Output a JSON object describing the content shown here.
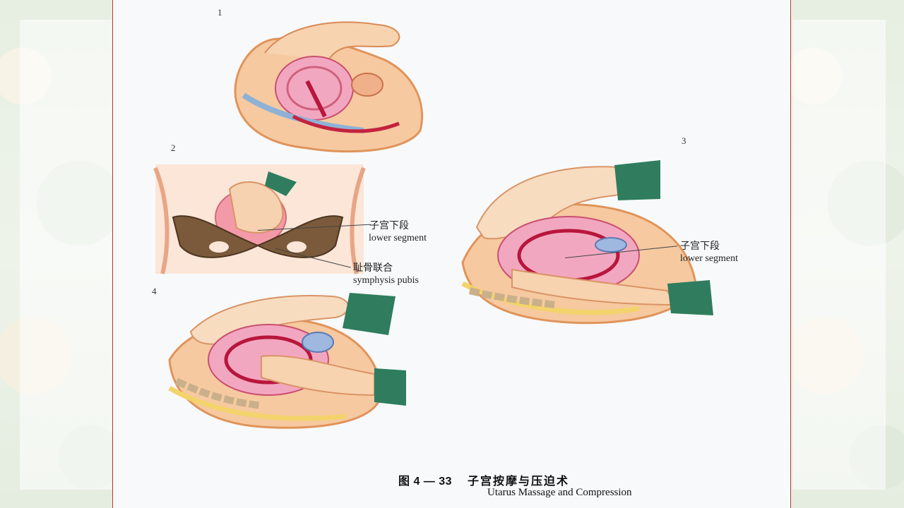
{
  "figure": {
    "panel_numbers": [
      "1",
      "2",
      "3",
      "4"
    ],
    "labels": {
      "panel2_lower_segment_zh": "子宫下段",
      "panel2_lower_segment_en": "lower segment",
      "panel2_symphysis_zh": "耻骨联合",
      "panel2_symphysis_en": "symphysis pubis",
      "panel3_lower_segment_zh": "子宫下段",
      "panel3_lower_segment_en": "lower segment"
    },
    "caption": {
      "figure_number": "图 4 — 33",
      "title_zh": "子宫按摩与压迫术",
      "title_en": "Utarus Massage and Compression"
    }
  },
  "colors": {
    "slide_border": "#c0392b",
    "skin": "#f6c9a0",
    "uterus": "#e88aa0",
    "glove": "#2f7d5e",
    "bone": "#7a5a3a"
  }
}
